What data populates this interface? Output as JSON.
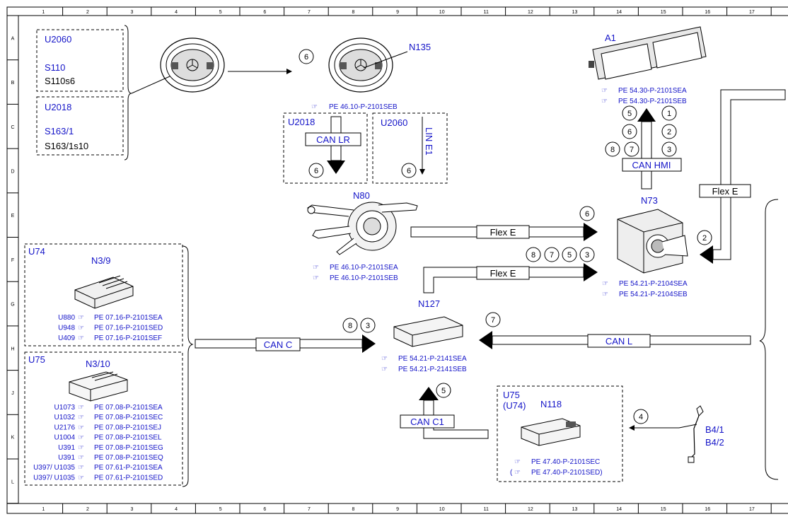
{
  "grid": {
    "columns": [
      "1",
      "2",
      "3",
      "4",
      "5",
      "6",
      "7",
      "8",
      "9",
      "10",
      "11",
      "12",
      "13",
      "14",
      "15",
      "16",
      "17"
    ],
    "rows": [
      "A",
      "B",
      "C",
      "D",
      "E",
      "F",
      "G",
      "H",
      "J",
      "K",
      "L"
    ]
  },
  "colors": {
    "label_blue": "#1414c8",
    "line": "#000000"
  },
  "components": {
    "u2060_top": "U2060",
    "s110": "S110",
    "s110s6": "S110s6",
    "u2018_left": "U2018",
    "s163_1": "S163/1",
    "s163_1s10": "S163/1s10",
    "n135": "N135",
    "a1": "A1",
    "n80": "N80",
    "n73": "N73",
    "n127": "N127",
    "n118": "N118",
    "u75_u74": "U75",
    "u74_paren": "(U74)",
    "u74": "U74",
    "n3_9": "N3/9",
    "u75": "U75",
    "n3_10": "N3/10",
    "b4_1": "B4/1",
    "b4_2": "B4/2",
    "u2018_box": "U2018",
    "u2060_box": "U2060"
  },
  "buses": {
    "can_lr": "CAN LR",
    "lin_e1": "LIN E1",
    "can_hmi": "CAN HMI",
    "flex_e_right": "Flex E",
    "flex_e_1": "Flex E",
    "flex_e_2": "Flex E",
    "can_c": "CAN C",
    "can_l": "CAN L",
    "can_c1": "CAN C1"
  },
  "circles": [
    "6",
    "6",
    "6",
    "5",
    "1",
    "6",
    "2",
    "8",
    "7",
    "3",
    "6",
    "2",
    "8",
    "7",
    "5",
    "3",
    "8",
    "3",
    "7",
    "5",
    "4"
  ],
  "refs": {
    "n135": "PE 46.10-P-2101SEB",
    "a1": [
      "PE 54.30-P-2101SEA",
      "PE 54.30-P-2101SEB"
    ],
    "n80": [
      "PE 46.10-P-2101SEA",
      "PE 46.10-P-2101SEB"
    ],
    "n73": [
      "PE 54.21-P-2104SEA",
      "PE 54.21-P-2104SEB"
    ],
    "n127": [
      "PE 54.21-P-2141SEA",
      "PE 54.21-P-2141SEB"
    ],
    "n118": [
      "PE 47.40-P-2101SEC",
      "(",
      "PE 47.40-P-2101SED)"
    ],
    "u74": [
      {
        "code": "U880",
        "ref": "PE 07.16-P-2101SEA"
      },
      {
        "code": "U948",
        "ref": "PE 07.16-P-2101SED"
      },
      {
        "code": "U409",
        "ref": "PE 07.16-P-2101SEF"
      }
    ],
    "u75": [
      {
        "code": "U1073",
        "ref": "PE 07.08-P-2101SEA"
      },
      {
        "code": "U1032",
        "ref": "PE 07.08-P-2101SEC"
      },
      {
        "code": "U2176",
        "ref": "PE 07.08-P-2101SEJ"
      },
      {
        "code": "U1004",
        "ref": "PE 07.08-P-2101SEL"
      },
      {
        "code": "U391",
        "ref": "PE 07.08-P-2101SEG"
      },
      {
        "code": "U391",
        "ref": "PE 07.08-P-2101SEQ"
      },
      {
        "code": "U397/ U1035",
        "ref": "PE 07.61-P-2101SEA"
      },
      {
        "code": "U397/ U1035",
        "ref": "PE 07.61-P-2101SED"
      }
    ]
  }
}
